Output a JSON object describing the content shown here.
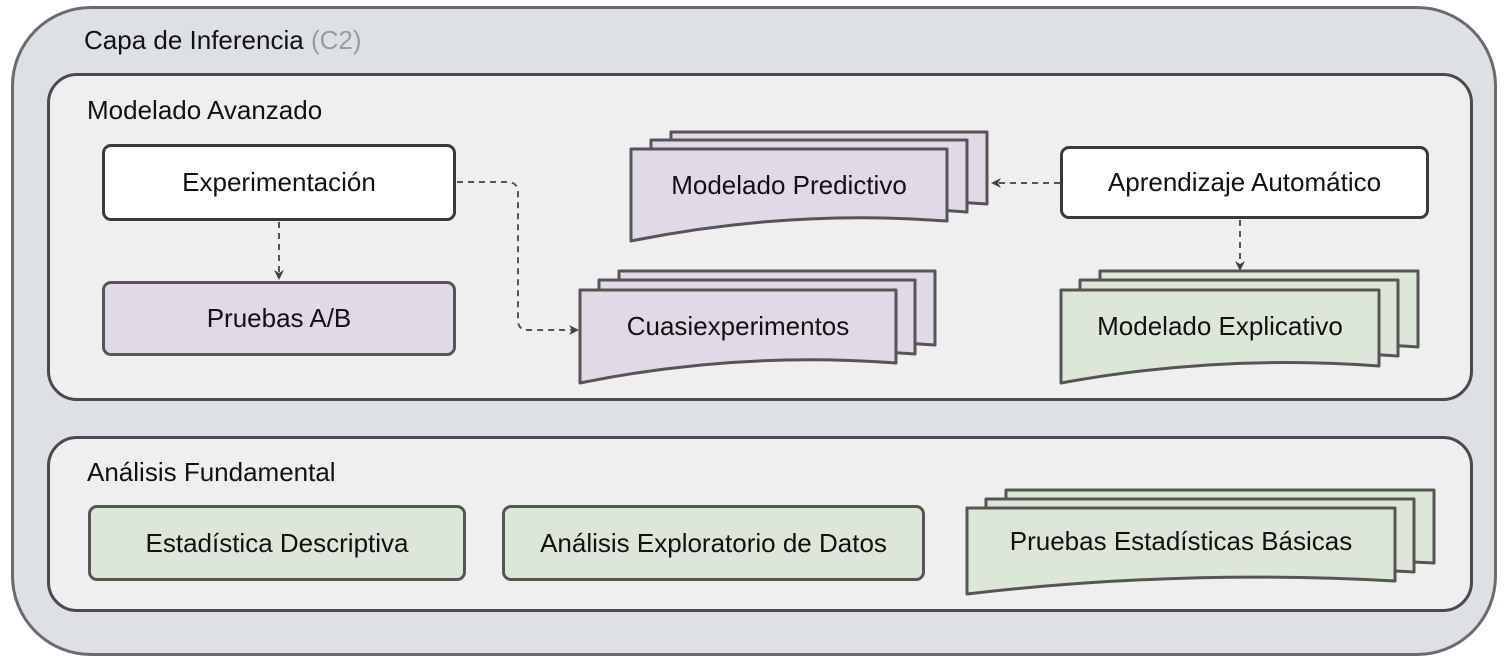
{
  "layer": {
    "title": "Capa de Inferencia",
    "tag": "(C2)"
  },
  "advanced": {
    "title": "Modelado Avanzado",
    "experimentacion": "Experimentación",
    "pruebas_ab": "Pruebas A/B",
    "cuasiexperimentos": "Cuasiexperimentos",
    "modelado_predictivo": "Modelado Predictivo",
    "aprendizaje": "Aprendizaje Automático",
    "modelado_explicativo": "Modelado Explicativo"
  },
  "fundamental": {
    "title": "Análisis Fundamental",
    "estadistica": "Estadística Descriptiva",
    "exploratorio": "Análisis Exploratorio de Datos",
    "pruebas_basicas": "Pruebas Estadísticas Básicas"
  },
  "colors": {
    "purple_fill": "#e1d9e6",
    "green_fill": "#dde7d7",
    "white_fill": "#ffffff",
    "layer_fill": "#dde1e6",
    "group_fill": "#efefef",
    "stroke": "#555555"
  }
}
